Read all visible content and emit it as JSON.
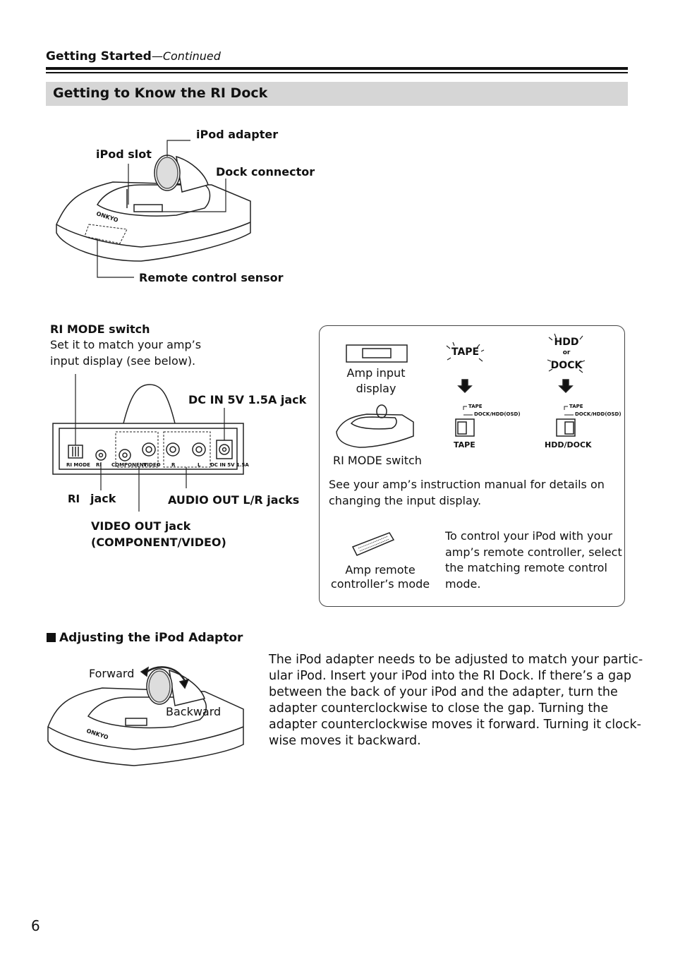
{
  "header": {
    "section": "Getting Started",
    "continued": "—Continued"
  },
  "title": "Getting to Know the RI Dock",
  "top_figure": {
    "ipod_adapter": "iPod adapter",
    "ipod_slot": "iPod slot",
    "dock_connector": "Dock connector",
    "remote_sensor": "Remote control sensor",
    "logo": "ONKYO"
  },
  "rear_figure": {
    "ri_mode_title": "RI MODE switch",
    "ri_mode_desc_1": "Set it to match your amp’s",
    "ri_mode_desc_2": "input display (see below).",
    "dc_in": "DC IN 5V 1.5A jack",
    "ri_jack": "jack",
    "audio_out": "AUDIO OUT L/R jacks",
    "video_out_1": "VIDEO OUT jack",
    "video_out_2": "(COMPONENT/VIDEO)",
    "panel": {
      "ri_mode": "RI MODE",
      "ri": "RI",
      "component": "COMPONENT",
      "video": "VIDEO",
      "r": "R",
      "l": "L",
      "dc_in": "DC IN 5V 1.5A"
    }
  },
  "info_box": {
    "amp_input_1": "Amp input",
    "amp_input_2": "display",
    "tape_display": "TAPE",
    "hdd_display": "HDD",
    "or": "or",
    "dock_display": "DOCK",
    "switch_top": "TAPE",
    "switch_bottom": "DOCK/HDD(OSD)",
    "tape_setting": "TAPE",
    "hdd_dock_setting": "HDD/DOCK",
    "ri_mode_switch": "RI MODE switch",
    "note_1": "See your amp’s instruction manual for details on",
    "note_2": "changing the input display.",
    "remote_1": "Amp remote",
    "remote_2": "controller’s mode",
    "remote_text_1": "To control your iPod with your",
    "remote_text_2": "amp’s remote controller, select",
    "remote_text_3": "the matching remote control",
    "remote_text_4": "mode."
  },
  "adjust": {
    "heading": "Adjusting the iPod Adaptor",
    "forward": "Forward",
    "backward": "Backward",
    "logo": "ONKYO",
    "para": [
      "The iPod adapter needs to be adjusted to match your partic-",
      "ular iPod. Insert your iPod into the RI Dock. If there’s a gap",
      "between the back of your iPod and the adapter, turn the",
      "adapter counterclockwise to close the gap. Turning the",
      "adapter counterclockwise moves it forward. Turning it clock-",
      "wise moves it backward."
    ]
  },
  "page_number": "6"
}
